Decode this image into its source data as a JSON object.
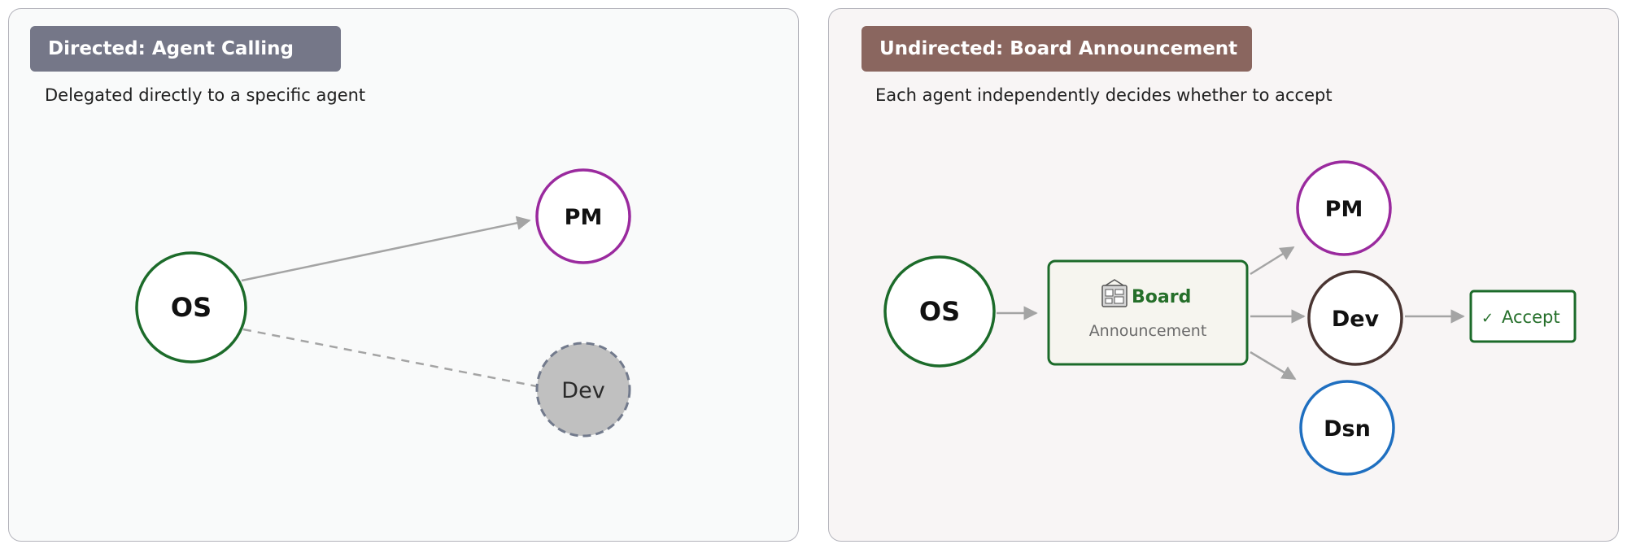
{
  "left": {
    "badge": "Directed: Agent Calling",
    "subtitle": "Delegated directly to a specific agent",
    "nodes": {
      "os": "OS",
      "pm": "PM",
      "dev": "Dev"
    }
  },
  "right": {
    "badge": "Undirected: Board Announcement",
    "subtitle": "Each agent independently decides whether to accept",
    "nodes": {
      "os": "OS",
      "pm": "PM",
      "dev": "Dev",
      "dsn": "Dsn"
    },
    "board": {
      "title": "Board",
      "label": "Announcement",
      "icon": "bulletin-board-icon"
    },
    "accept": {
      "check": "✓",
      "label": "Accept"
    }
  },
  "colors": {
    "os": "#1c6b2a",
    "pm": "#9a2a9e",
    "dev_right": "#4a3532",
    "dsn": "#1f6fc0",
    "dev_left_fill": "#c0c0c0",
    "dev_left_dash": "#727a8c",
    "arrow": "#a4a4a4",
    "board_fill": "#f6f5ef",
    "board_text": "#256f2a",
    "left_badge": "#757788",
    "right_badge": "#8a665f"
  }
}
